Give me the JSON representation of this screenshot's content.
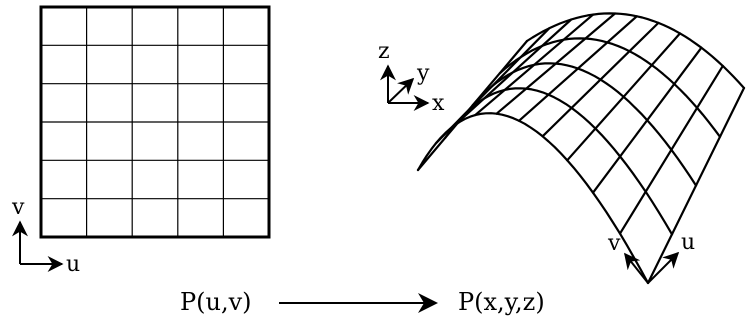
{
  "param_domain": {
    "u_label": "u",
    "v_label": "v",
    "grid_columns": 5,
    "grid_rows": 6
  },
  "surface": {
    "axes": {
      "x_label": "x",
      "y_label": "y",
      "z_label": "z"
    },
    "u_label": "u",
    "v_label": "v",
    "grid_u_lines": 11,
    "grid_v_lines": 5
  },
  "mapping": {
    "from_label": "P(u,v)",
    "to_label": "P(x,y,z)"
  }
}
